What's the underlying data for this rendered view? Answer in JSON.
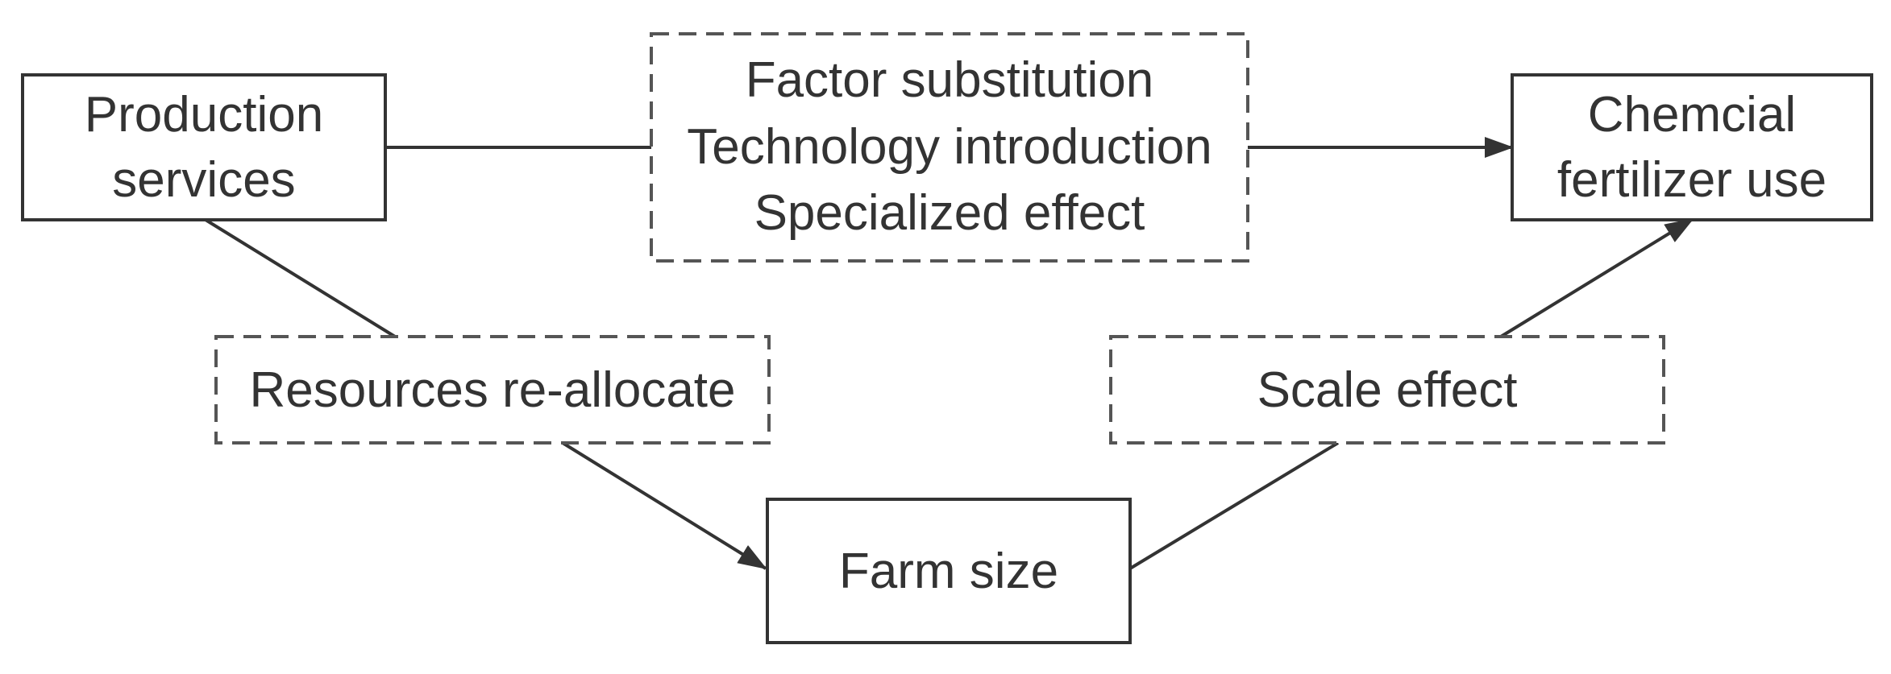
{
  "nodes": {
    "production_services": {
      "line1": "Production",
      "line2": "services"
    },
    "chemical_fertilizer_use": {
      "line1": "Chemcial",
      "line2": "fertilizer use"
    },
    "farm_size": {
      "label": "Farm size"
    }
  },
  "mediators": {
    "top": {
      "line1": "Factor substitution",
      "line2": "Technology introduction",
      "line3": "Specialized effect"
    },
    "left": {
      "label": "Resources re-allocate"
    },
    "right": {
      "label": "Scale effect"
    }
  },
  "colors": {
    "stroke": "#333333",
    "dashed_stroke": "#555555",
    "text": "#333333",
    "background": "#ffffff"
  }
}
